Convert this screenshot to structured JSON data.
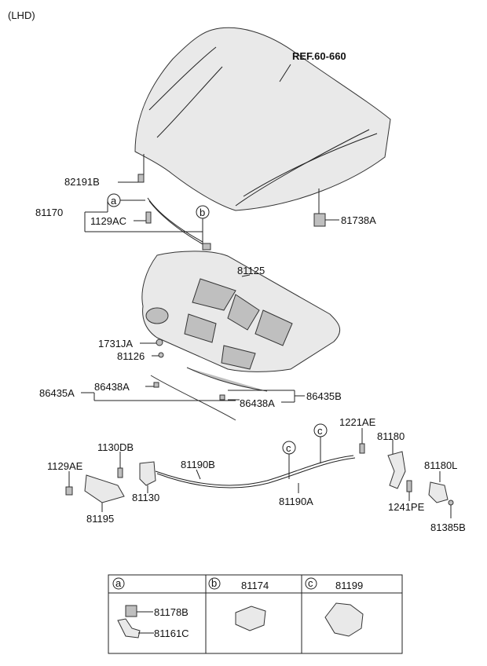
{
  "variant": "(LHD)",
  "reference": "REF.60-660",
  "parts": {
    "p82191B": "82191B",
    "p81170": "81170",
    "p1129AC": "1129AC",
    "p81738A": "81738A",
    "p81125": "81125",
    "p1731JA": "1731JA",
    "p81126": "81126",
    "p86435A": "86435A",
    "p86438A_left": "86438A",
    "p86438A_right": "86438A",
    "p86435B": "86435B",
    "p1221AE": "1221AE",
    "p81180": "81180",
    "p1130DB": "1130DB",
    "p81190B": "81190B",
    "p1129AE": "1129AE",
    "p81130": "81130",
    "p81195": "81195",
    "p81190A": "81190A",
    "p1241PE": "1241PE",
    "p81180L": "81180L",
    "p81385B": "81385B"
  },
  "callouts": {
    "a": "a",
    "b": "b",
    "c1": "c",
    "c2": "c"
  },
  "legend": {
    "a_letter": "a",
    "a_part1": "81178B",
    "a_part2": "81161C",
    "b_letter": "b",
    "b_part": "81174",
    "c_letter": "c",
    "c_part": "81199"
  }
}
